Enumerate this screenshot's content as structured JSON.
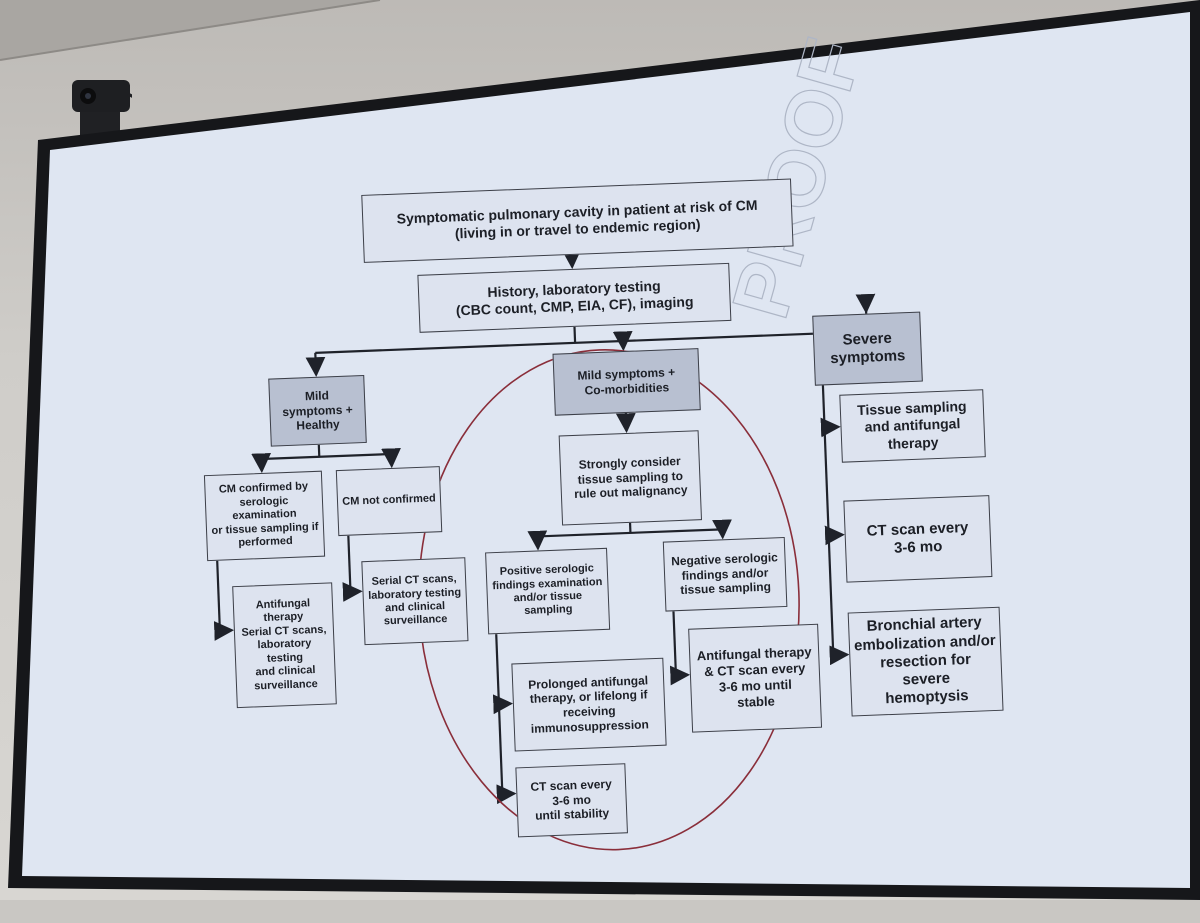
{
  "colors": {
    "screen": "#dfe6f2",
    "box_shaded": "#b8c0d1",
    "line": "#1f222a",
    "circle": "#8a2e3a",
    "bezel": "#16171a"
  },
  "watermark": "PROOF",
  "nodes": {
    "root": {
      "line1": "Symptomatic pulmonary cavity in patient at risk of CM",
      "line2": "(living in or travel to endemic region)"
    },
    "history": {
      "line1": "History, laboratory testing",
      "line2": "(CBC count, CMP, EIA, CF), imaging"
    },
    "mild_healthy": {
      "line1": "Mild symptoms +",
      "line2": "Healthy"
    },
    "mild_comorb": {
      "line1": "Mild symptoms +",
      "line2": "Co-morbidities"
    },
    "severe": {
      "line1": "Severe",
      "line2": "symptoms"
    },
    "cm_confirmed": {
      "line1": "CM confirmed by",
      "line2": "serologic examination",
      "line3": "or tissue sampling if",
      "line4": "performed"
    },
    "cm_not_confirmed": {
      "line1": "CM not confirmed"
    },
    "antifungal_serial": {
      "line1": "Antifungal",
      "line2": "therapy",
      "line3": "Serial CT scans,",
      "line4": "laboratory testing",
      "line5": "and clinical",
      "line6": "surveillance"
    },
    "serial_ct": {
      "line1": "Serial CT scans,",
      "line2": "laboratory testing",
      "line3": "and clinical",
      "line4": "surveillance"
    },
    "strongly_consider": {
      "line1": "Strongly consider",
      "line2": "tissue sampling to",
      "line3": "rule out malignancy"
    },
    "positive_serologic": {
      "line1": "Positive serologic",
      "line2": "findings examination",
      "line3": "and/or tissue sampling"
    },
    "negative_serologic": {
      "line1": "Negative serologic",
      "line2": "findings and/or",
      "line3": "tissue sampling"
    },
    "prolonged_antifungal": {
      "line1": "Prolonged antifungal",
      "line2": "therapy, or lifelong if",
      "line3": "receiving",
      "line4": "immunosuppression"
    },
    "ct_until_stability": {
      "line1": "CT scan every",
      "line2": "3-6 mo",
      "line3": "until stability"
    },
    "antifungal_ct": {
      "line1": "Antifungal therapy",
      "line2": "& CT scan every",
      "line3": "3-6 mo until",
      "line4": "stable"
    },
    "tissue_antifungal": {
      "line1": "Tissue sampling",
      "line2": "and antifungal",
      "line3": "therapy"
    },
    "ct_every": {
      "line1": "CT scan every",
      "line2": "3-6 mo"
    },
    "bronchial": {
      "line1": "Bronchial artery",
      "line2": "embolization and/or",
      "line3": "resection for severe",
      "line4": "hemoptysis"
    }
  }
}
